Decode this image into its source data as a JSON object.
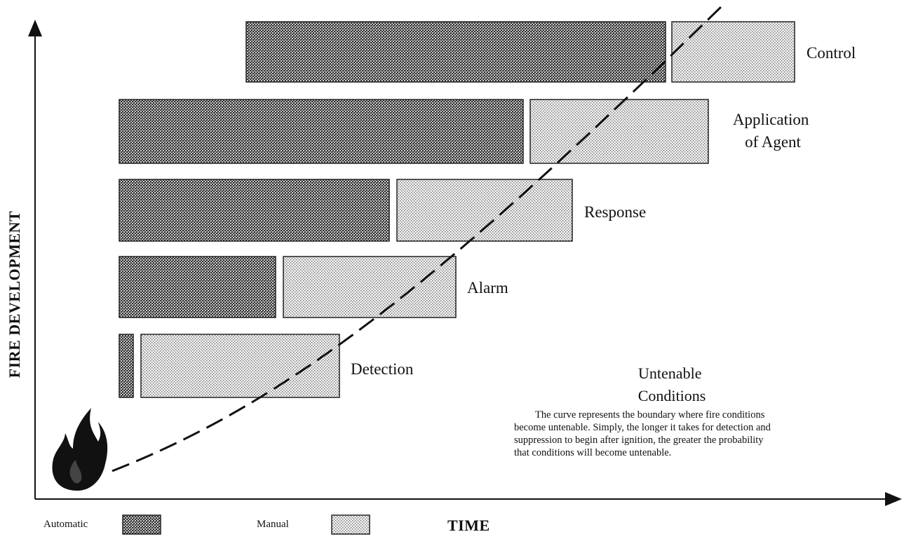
{
  "diagram": {
    "y_axis_label": "FIRE DEVELOPMENT",
    "x_axis_label": "TIME",
    "stages": [
      {
        "label_lines": [
          "Control"
        ]
      },
      {
        "label_lines": [
          "Application",
          "of Agent"
        ]
      },
      {
        "label_lines": [
          "Response"
        ]
      },
      {
        "label_lines": [
          "Alarm"
        ]
      },
      {
        "label_lines": [
          "Detection"
        ]
      }
    ],
    "legend": {
      "automatic": "Automatic",
      "manual": "Manual"
    },
    "note": {
      "title_lines": [
        "Untenable",
        "Conditions"
      ],
      "body_lines": [
        "The curve represents the boundary where fire conditions",
        "become untenable. Simply, the longer it takes for detection and",
        "suppression to begin after ignition, the greater the probability",
        "that conditions will become untenable."
      ]
    },
    "colors": {
      "automatic_pattern": "#3a3a3a",
      "manual_pattern": "#8a8a8a",
      "line": "#111111"
    }
  }
}
